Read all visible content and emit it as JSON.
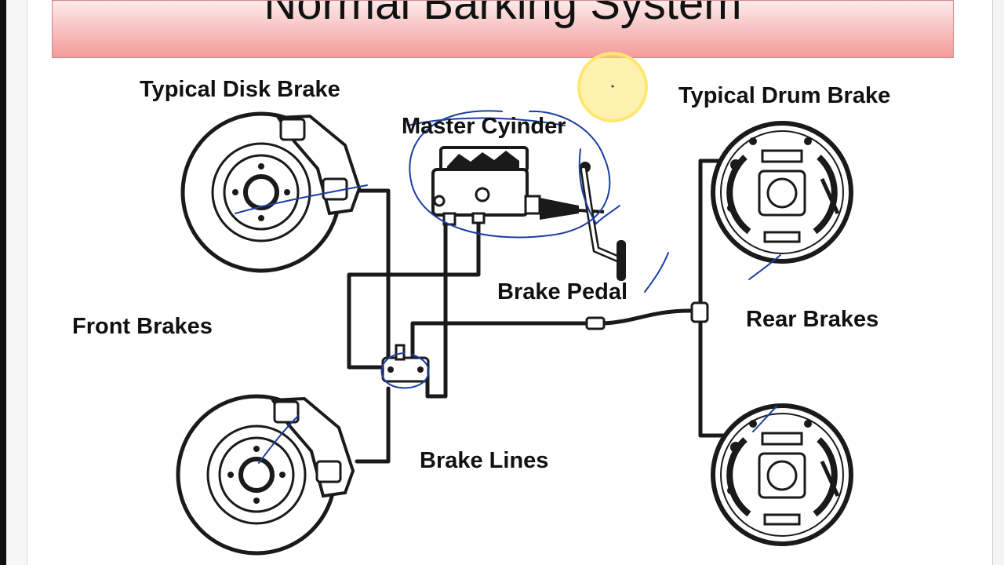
{
  "title": "Normal Barking System",
  "labels": {
    "disk": "Typical Disk Brake",
    "master": "Master Cyinder",
    "drum": "Typical Drum Brake",
    "pedal": "Brake Pedal",
    "front": "Front Brakes",
    "rear": "Rear Brakes",
    "lines": "Brake Lines"
  },
  "colors": {
    "banner_top": "#fdeaea",
    "banner_bottom": "#f49a9a",
    "ink": "#1a1a1a",
    "annotation": "#1a3fa0",
    "cursor": "#ffe770"
  }
}
